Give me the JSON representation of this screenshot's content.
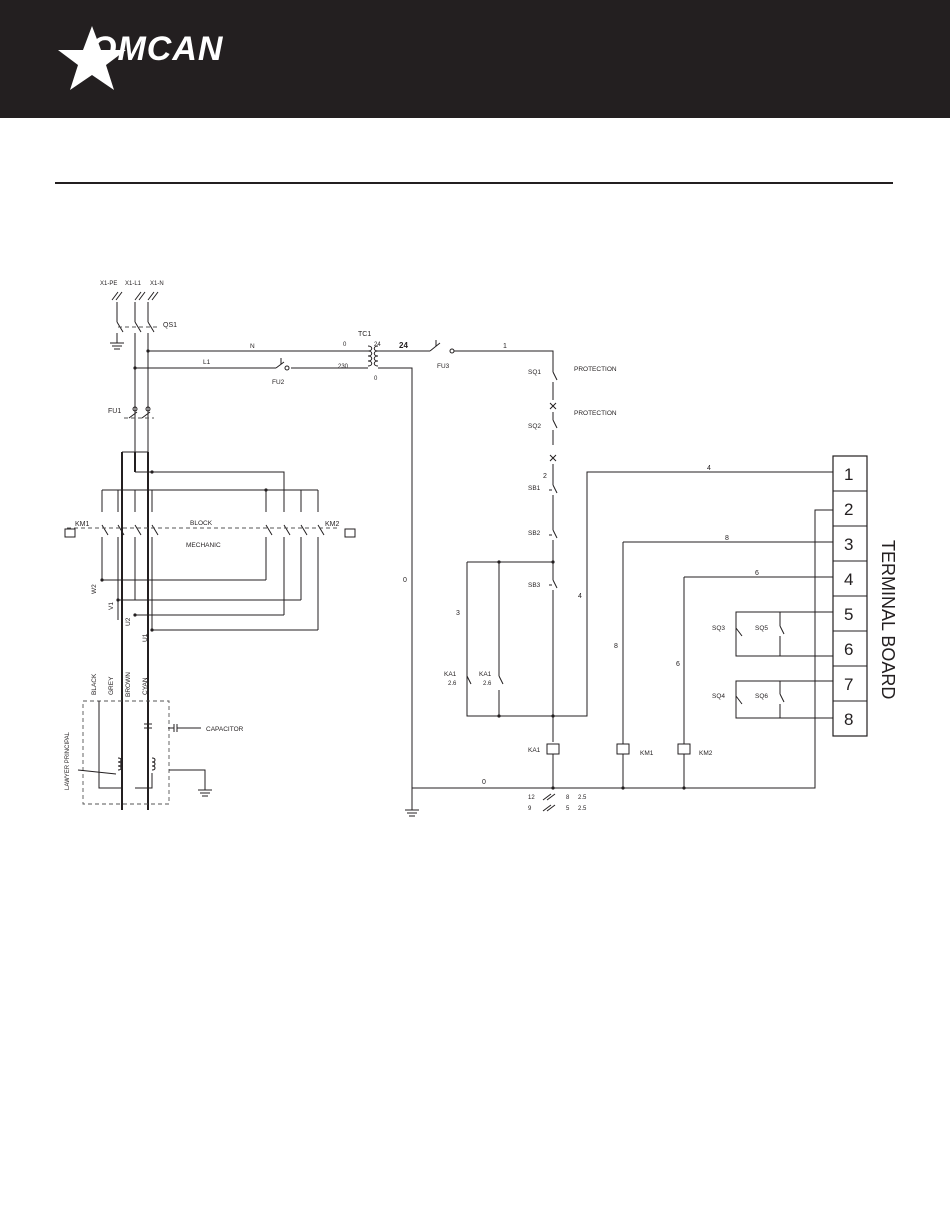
{
  "header": {
    "brand": "OMCAN",
    "colors": {
      "header_bg": "#231f20",
      "line": "#231f20",
      "page_bg": "#ffffff"
    }
  },
  "diagram": {
    "supply": {
      "pe": "X1-PE",
      "l1": "X1-L1",
      "n": "X1-N"
    },
    "devices": {
      "qs1": "QS1",
      "fu1": "FU1",
      "fu2": "FU2",
      "fu3": "FU3",
      "tc1": "TC1",
      "km1": "KM1",
      "km2": "KM2",
      "sq1": "SQ1",
      "sq2": "SQ2",
      "sb1": "SB1",
      "sb2": "SB2",
      "sb3": "SB3",
      "ka1": "KA1",
      "sq3": "SQ3",
      "sq4": "SQ4",
      "sq5": "SQ5",
      "sq6": "SQ6"
    },
    "labels": {
      "block": "BLOCK",
      "mechanic": "MECHANIC",
      "protection": "PROTECTION",
      "capacitor": "CAPACITOR",
      "lawyer_principal": "LAWYER PRINCIPAL",
      "terminal_board": "TERMINAL BOARD"
    },
    "wire_colors": [
      "BLACK",
      "GREY",
      "BROWN",
      "CYAN"
    ],
    "wire_ids": [
      "W2",
      "V1",
      "U2",
      "U1"
    ],
    "wire_numbers": {
      "n": "N",
      "l1": "L1",
      "w24": "24",
      "w1": "1",
      "w0": "0",
      "w2": "2",
      "w3": "3",
      "w4": "4",
      "w6": "6",
      "w8": "8",
      "t0": "0",
      "t24": "24",
      "t230": "230"
    },
    "ka1_contacts": [
      "12",
      "8",
      "2.5",
      "9",
      "5",
      "2.5"
    ],
    "ka1_small": {
      "a": "2.6",
      "b": "2.6"
    },
    "terminals": [
      "1",
      "2",
      "3",
      "4",
      "5",
      "6",
      "7",
      "8"
    ]
  }
}
